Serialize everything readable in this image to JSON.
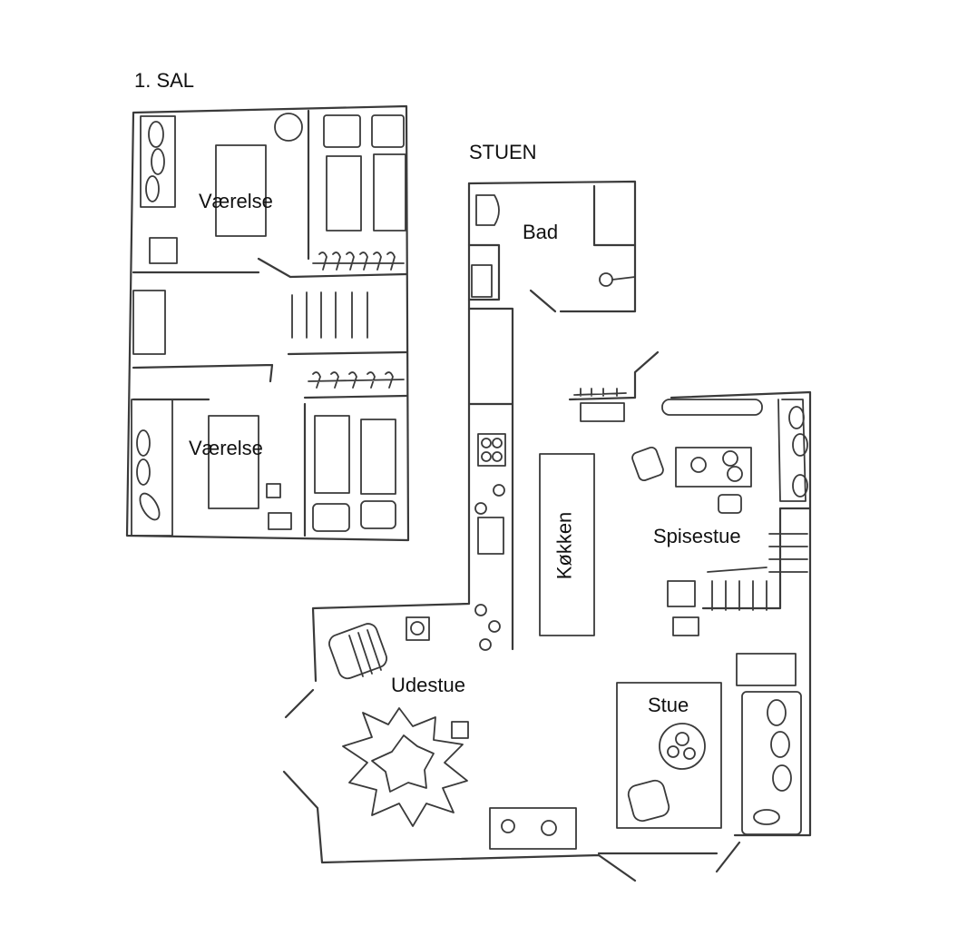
{
  "floors": {
    "first_floor": {
      "title": "1. SAL",
      "rooms": [
        {
          "label": "Værelse"
        },
        {
          "label": "Værelse"
        }
      ]
    },
    "ground_floor": {
      "title": "STUEN",
      "rooms": [
        {
          "label": "Bad"
        },
        {
          "label": "Køkken"
        },
        {
          "label": "Spisestue"
        },
        {
          "label": "Udestue"
        },
        {
          "label": "Stue"
        }
      ]
    }
  },
  "colors": {
    "ink": "#3a3a3a",
    "background": "#ffffff"
  }
}
